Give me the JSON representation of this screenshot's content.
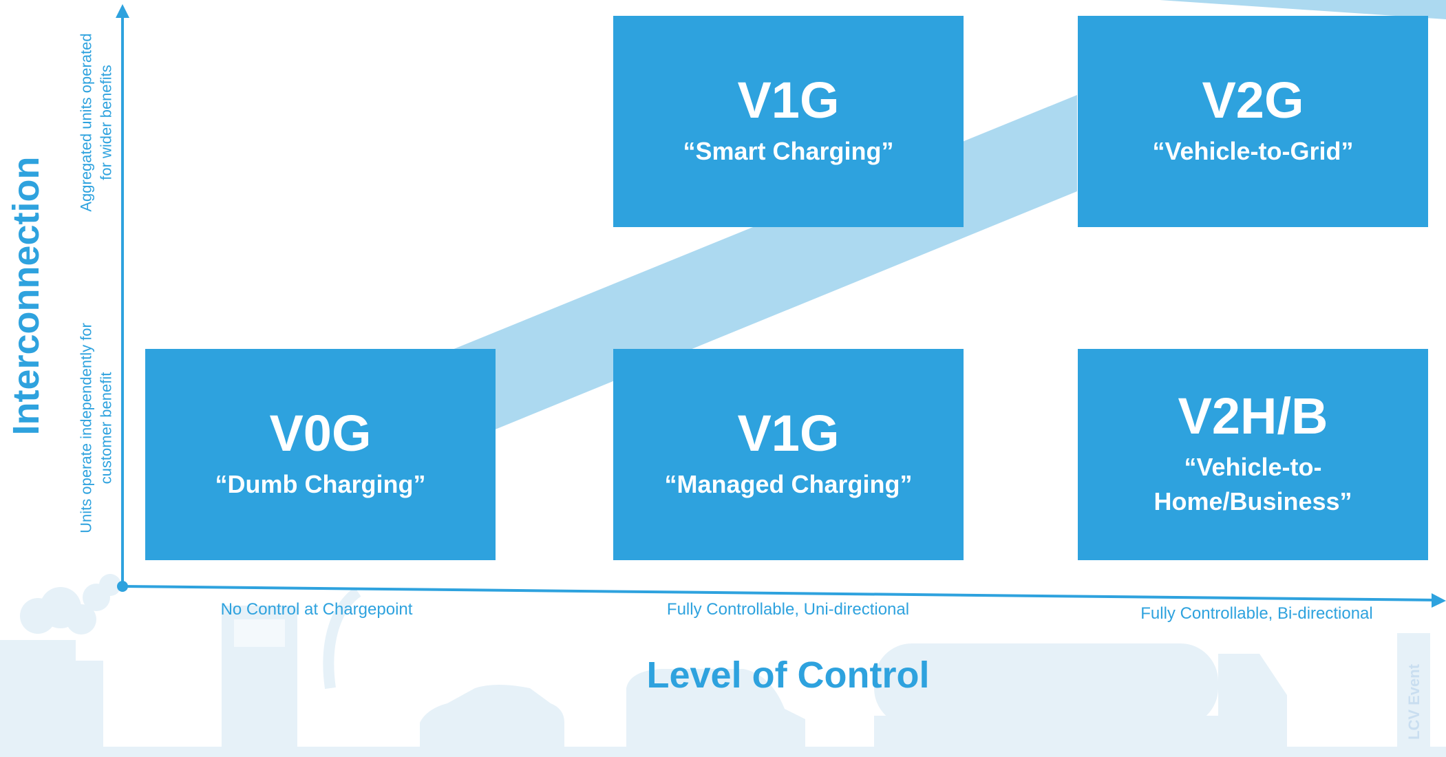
{
  "y_axis": {
    "title": "Interconnection",
    "high_label": "Aggregated units operated\nfor wider benefits",
    "low_label": "Units operate independently for\ncustomer benefit"
  },
  "x_axis": {
    "title": "Level of Control",
    "labels": [
      "No Control at Chargepoint",
      "Fully Controllable, Uni-directional",
      "Fully Controllable, Bi-directional"
    ]
  },
  "boxes": {
    "v0g": {
      "code": "V0G",
      "name": "“Dumb Charging”"
    },
    "v1g_managed": {
      "code": "V1G",
      "name": "“Managed Charging”"
    },
    "v2hb": {
      "code": "V2H/B",
      "name": "“Vehicle-to-\nHome/Business”"
    },
    "v1g_smart": {
      "code": "V1G",
      "name": "“Smart Charging”"
    },
    "v2g": {
      "code": "V2G",
      "name": "“Vehicle-to-Grid”"
    }
  },
  "watermark": {
    "text": "LCV Event"
  },
  "colors": {
    "box": "#2ea2de",
    "band": "#acd9f0",
    "text": "#2ea2de",
    "background_art": "#e6f1f8"
  }
}
